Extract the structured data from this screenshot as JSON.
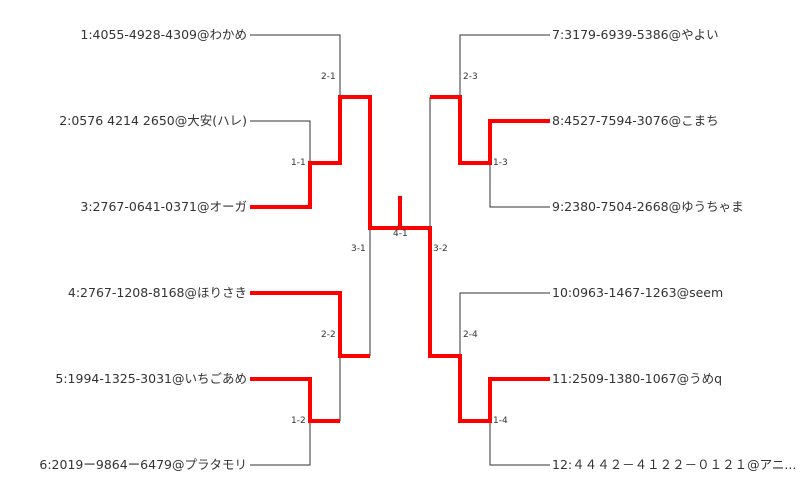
{
  "players": [
    {
      "label": "1:4055-4928-4309@わかめ"
    },
    {
      "label": "2:0576 4214 2650@大安(ハレ)"
    },
    {
      "label": "3:2767-0641-0371@オーガ"
    },
    {
      "label": "4:2767-1208-8168@ほりさき"
    },
    {
      "label": "5:1994-1325-3031@いちごあめ"
    },
    {
      "label": "6:2019ー9864ー6479@プラタモリ"
    },
    {
      "label": "7:3179-6939-5386@やよい"
    },
    {
      "label": "8:4527-7594-3076@こまち"
    },
    {
      "label": "9:2380-7504-2668@ゆうちゃま"
    },
    {
      "label": "10:0963-1467-1263@seem"
    },
    {
      "label": "11:2509-1380-1067@うめq"
    },
    {
      "label": "12:４４４２－４１２２－０１２１@アニ..."
    }
  ],
  "matches": [
    {
      "label": "1-1"
    },
    {
      "label": "2-1"
    },
    {
      "label": "1-2"
    },
    {
      "label": "2-2"
    },
    {
      "label": "3-1"
    },
    {
      "label": "4-1"
    },
    {
      "label": "3-2"
    },
    {
      "label": "2-3"
    },
    {
      "label": "1-3"
    },
    {
      "label": "2-4"
    },
    {
      "label": "1-4"
    }
  ],
  "colors": {
    "line": "#333333",
    "winner_path": "#ff0000"
  }
}
